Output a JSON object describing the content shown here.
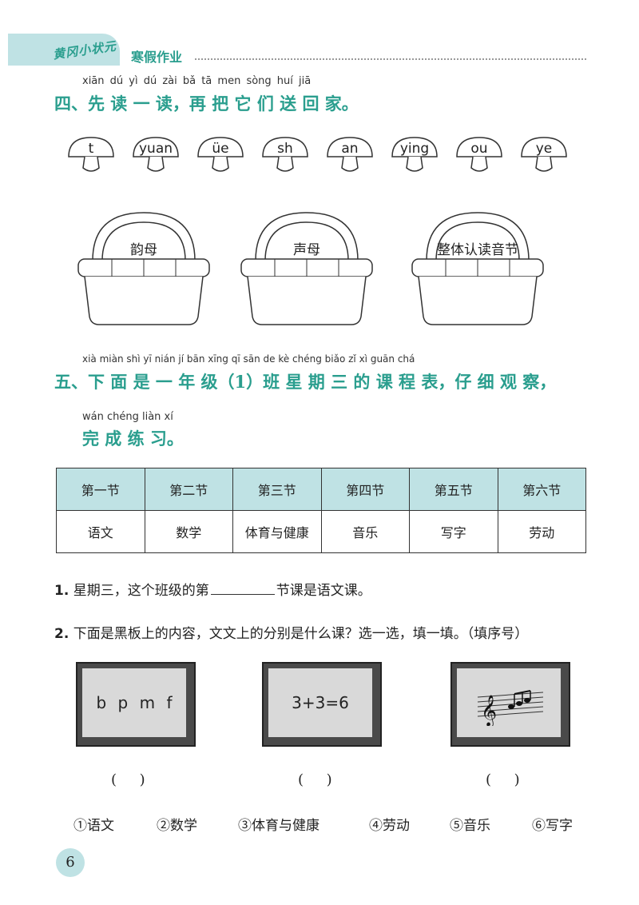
{
  "header": {
    "brand": "黄冈小状元",
    "title": "寒假作业"
  },
  "section4": {
    "pinyin": "xiān dú yì dú  zài bǎ  tā men sòng huí  jiā",
    "heading": "四、先 读 一 读，再 把 它 们 送 回 家。",
    "mushrooms": [
      "t",
      "yuan",
      "üe",
      "sh",
      "an",
      "ying",
      "ou",
      "ye"
    ],
    "baskets": [
      "韵母",
      "声母",
      "整体认读音节"
    ]
  },
  "section5": {
    "pinyin1": "xià miàn shì  yī  nián  jí         bān xīng  qī  sān de  kè  chéng biǎo     zǐ   xì  guān chá",
    "heading1": "五、下 面 是 一 年 级（1）班 星 期 三 的 课 程 表，仔 细 观 察，",
    "pinyin2": "wán chéng liàn xí",
    "heading2": "完 成 练 习。"
  },
  "table": {
    "headers": [
      "第一节",
      "第二节",
      "第三节",
      "第四节",
      "第五节",
      "第六节"
    ],
    "row": [
      "语文",
      "数学",
      "体育与健康",
      "音乐",
      "写字",
      "劳动"
    ]
  },
  "q1": {
    "num": "1.",
    "before": "星期三，这个班级的第",
    "after": "节课是语文课。"
  },
  "q2": {
    "num": "2.",
    "text": "下面是黑板上的内容，文文上的分别是什么课？选一选，填一填。（填序号）"
  },
  "boards": [
    {
      "content": "b p m f"
    },
    {
      "content": "3+3=6"
    },
    {
      "content": ""
    }
  ],
  "paren": "(     )",
  "options": [
    "①语文",
    "②数学",
    "③体育与健康",
    "④劳动",
    "⑤音乐",
    "⑥写字"
  ],
  "page_number": "6",
  "colors": {
    "accent": "#2a9e8e",
    "tint": "#bfe2e4"
  }
}
